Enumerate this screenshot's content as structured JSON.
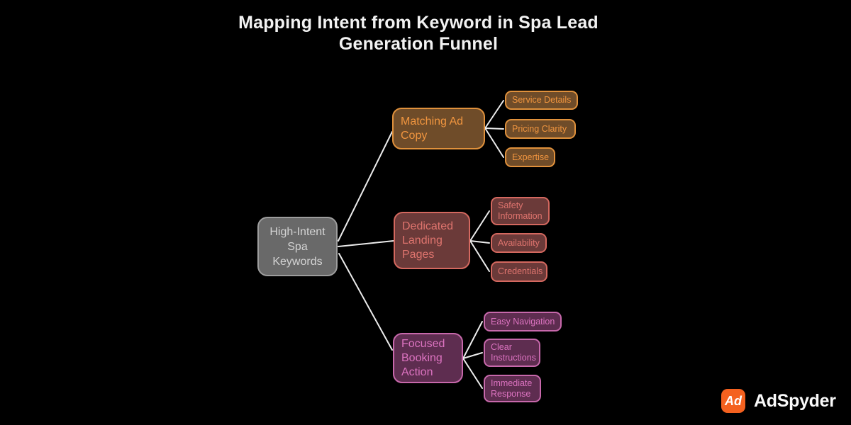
{
  "title": "Mapping Intent from Keyword in Spa Lead\nGeneration Funnel",
  "mindmap": {
    "edge_color": "#ececec",
    "root": {
      "label": "High-Intent\nSpa\nKeywords",
      "fill": "#696969",
      "border": "#9d9d9d",
      "text_color": "#d4d4d4"
    },
    "branches": [
      {
        "label": "Matching Ad\nCopy",
        "fill": "#6f4c29",
        "border": "#e0913c",
        "text_color": "#f0953f",
        "children": [
          {
            "label": "Service Details"
          },
          {
            "label": "Pricing Clarity"
          },
          {
            "label": "Expertise"
          }
        ]
      },
      {
        "label": "Dedicated\nLanding\nPages",
        "fill": "#6b3a39",
        "border": "#d4685f",
        "text_color": "#df746e",
        "children": [
          {
            "label": "Safety\nInformation"
          },
          {
            "label": "Availability"
          },
          {
            "label": "Credentials"
          }
        ]
      },
      {
        "label": "Focused\nBooking\nAction",
        "fill": "#5e2d50",
        "border": "#c768ab",
        "text_color": "#dc73c0",
        "children": [
          {
            "label": "Easy Navigation"
          },
          {
            "label": "Clear\nInstructions"
          },
          {
            "label": "Immediate\nResponse"
          }
        ]
      }
    ]
  },
  "brand": {
    "monogram": "Ad",
    "name": "AdSpyder",
    "logo_color": "#f4611f"
  }
}
